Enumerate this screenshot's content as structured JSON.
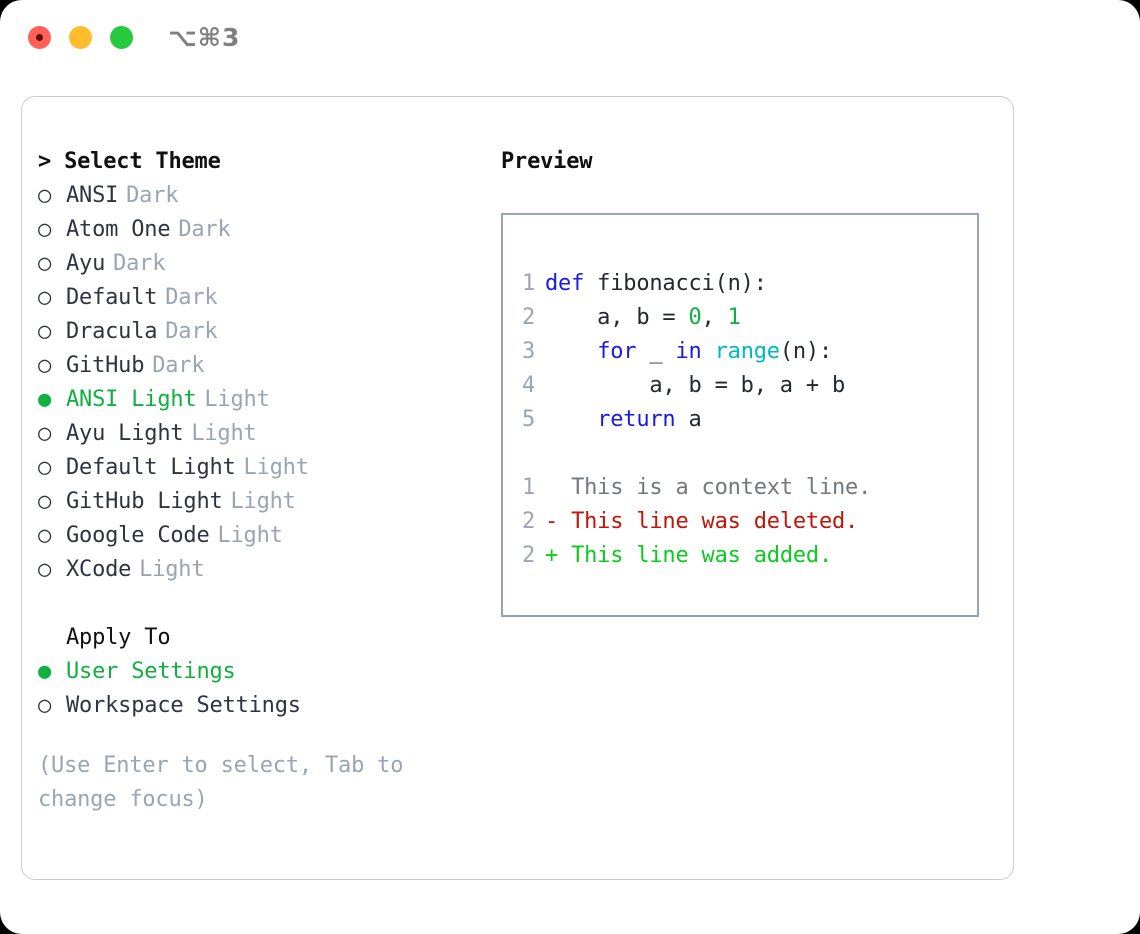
{
  "window": {
    "shortcut": "⌥⌘3",
    "traffic_lights": [
      {
        "name": "close",
        "color": "#ff6159"
      },
      {
        "name": "minimize",
        "color": "#ffbd2e"
      },
      {
        "name": "maximize",
        "color": "#27c93f"
      }
    ]
  },
  "theme_picker": {
    "heading": "> Select Theme",
    "items": [
      {
        "bullet": "○",
        "label": "ANSI",
        "tag": "Dark",
        "selected": false
      },
      {
        "bullet": "○",
        "label": "Atom One",
        "tag": "Dark",
        "selected": false
      },
      {
        "bullet": "○",
        "label": "Ayu",
        "tag": "Dark",
        "selected": false
      },
      {
        "bullet": "○",
        "label": "Default",
        "tag": "Dark",
        "selected": false
      },
      {
        "bullet": "○",
        "label": "Dracula",
        "tag": "Dark",
        "selected": false
      },
      {
        "bullet": "○",
        "label": "GitHub",
        "tag": "Dark",
        "selected": false
      },
      {
        "bullet": "●",
        "label": "ANSI Light",
        "tag": "Light",
        "selected": true
      },
      {
        "bullet": "○",
        "label": "Ayu Light",
        "tag": "Light",
        "selected": false
      },
      {
        "bullet": "○",
        "label": "Default Light",
        "tag": "Light",
        "selected": false
      },
      {
        "bullet": "○",
        "label": "GitHub Light",
        "tag": "Light",
        "selected": false
      },
      {
        "bullet": "○",
        "label": "Google Code",
        "tag": "Light",
        "selected": false
      },
      {
        "bullet": "○",
        "label": "XCode",
        "tag": "Light",
        "selected": false
      }
    ]
  },
  "apply_to": {
    "heading": "Apply To",
    "items": [
      {
        "bullet": "●",
        "label": "User Settings",
        "selected": true
      },
      {
        "bullet": "○",
        "label": "Workspace Settings",
        "selected": false
      }
    ]
  },
  "hint": "(Use Enter to select, Tab to change focus)",
  "preview": {
    "title": "Preview",
    "code_lines": [
      {
        "num": "1",
        "tokens": [
          {
            "t": "def",
            "c": "kw"
          },
          {
            "t": " fibonacci(n):",
            "c": "plain"
          }
        ]
      },
      {
        "num": "2",
        "tokens": [
          {
            "t": "    a, b = ",
            "c": "plain"
          },
          {
            "t": "0",
            "c": "num"
          },
          {
            "t": ", ",
            "c": "plain"
          },
          {
            "t": "1",
            "c": "num"
          }
        ]
      },
      {
        "num": "3",
        "tokens": [
          {
            "t": "    ",
            "c": "plain"
          },
          {
            "t": "for",
            "c": "kw"
          },
          {
            "t": " _ ",
            "c": "plain"
          },
          {
            "t": "in",
            "c": "kw"
          },
          {
            "t": " ",
            "c": "plain"
          },
          {
            "t": "range",
            "c": "fn"
          },
          {
            "t": "(n):",
            "c": "plain"
          }
        ]
      },
      {
        "num": "4",
        "tokens": [
          {
            "t": "        a, b = b, a + b",
            "c": "plain"
          }
        ]
      },
      {
        "num": "5",
        "tokens": [
          {
            "t": "    ",
            "c": "plain"
          },
          {
            "t": "return",
            "c": "kw"
          },
          {
            "t": " a",
            "c": "plain"
          }
        ]
      }
    ],
    "diff_lines": [
      {
        "num": "1",
        "marker": "  ",
        "text": "This is a context line.",
        "kind": "context"
      },
      {
        "num": "2",
        "marker": "- ",
        "text": "This line was deleted.",
        "kind": "del"
      },
      {
        "num": "2",
        "marker": "+ ",
        "text": "This line was added.",
        "kind": "add"
      }
    ]
  },
  "colors": {
    "accent_green": "#10b040",
    "muted_gray": "#9aa5b4",
    "text": "#2e3440",
    "keyword_blue": "#1a1ae0",
    "function_cyan": "#00b8c4",
    "number_green": "#10b040",
    "diff_add": "#0ccb1f",
    "diff_del": "#c01508",
    "border": "#c7ccd4",
    "preview_border": "#97a3b2"
  }
}
